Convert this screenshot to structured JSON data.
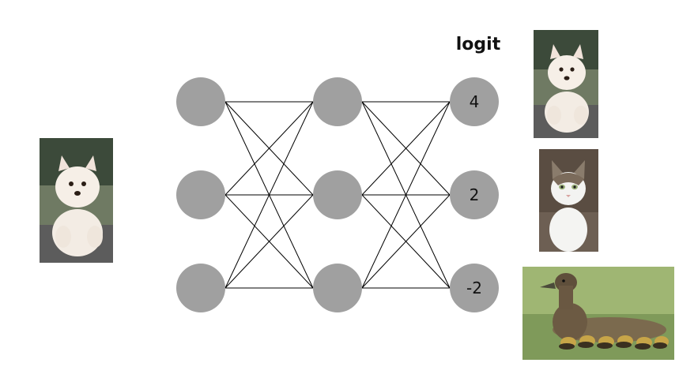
{
  "title": "logit",
  "layers": [
    {
      "nodes": 3
    },
    {
      "nodes": 3
    },
    {
      "nodes": 3
    }
  ],
  "logits": [
    "4",
    "2",
    "-2"
  ],
  "images": {
    "input": "puppy-photo",
    "outputs": [
      "puppy-photo",
      "cat-photo",
      "duck-photo"
    ]
  },
  "colors": {
    "node": "#a0a0a0",
    "edge": "#000000",
    "text": "#111111"
  }
}
